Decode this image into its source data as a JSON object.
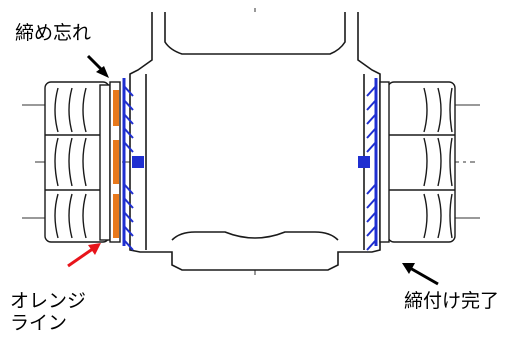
{
  "labels": {
    "unfastened": "締め忘れ",
    "orange_line_1": "オレンジ",
    "orange_line_2": "ライン",
    "fastened": "締付け完了"
  },
  "colors": {
    "outline": "#1a1a1a",
    "orange_line": "#e8791c",
    "fastener_blue": "#1f2fd0",
    "left_arrow": "#000000",
    "red_arrow": "#e8141b",
    "right_arrow": "#000000",
    "centerline": "#333333"
  }
}
